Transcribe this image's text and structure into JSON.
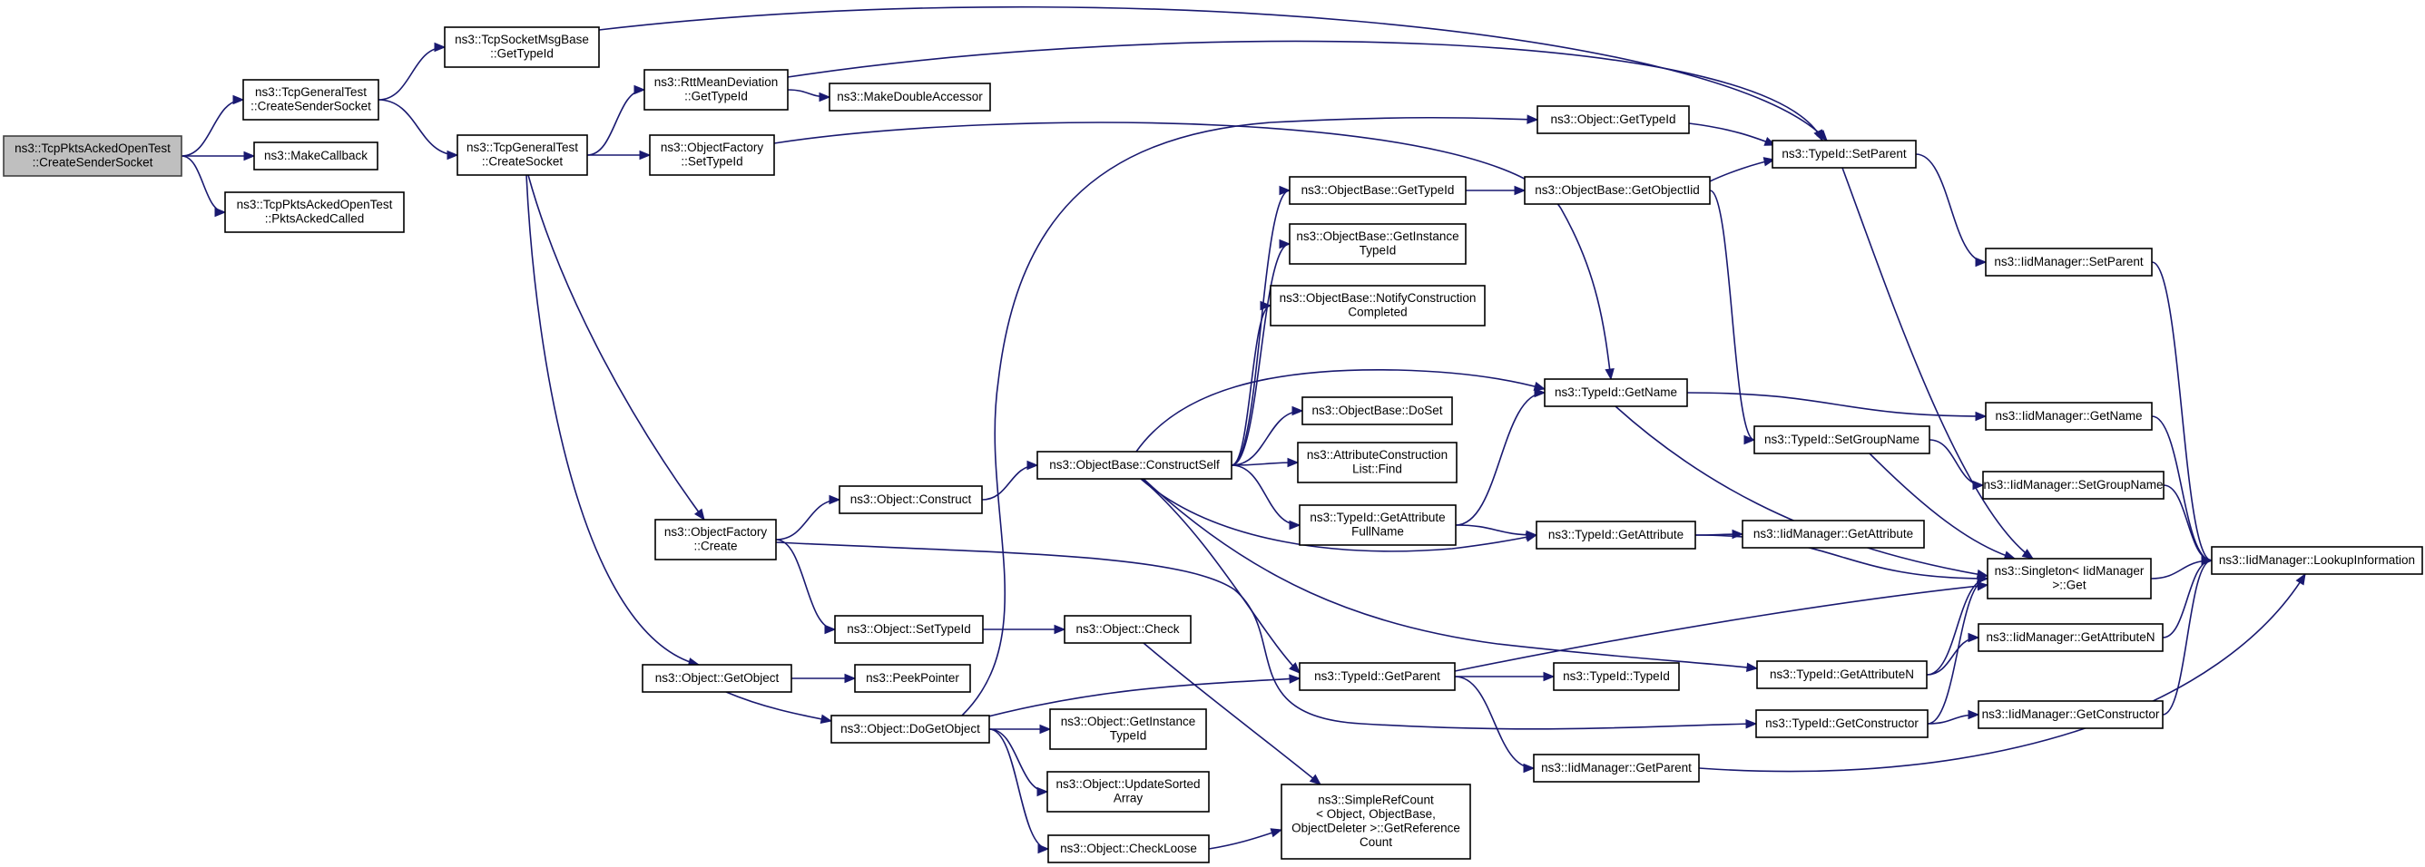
{
  "colors": {
    "edge": "#191970",
    "node_border": "#000000",
    "root_fill": "#bfbfbf",
    "node_fill": "#ffffff"
  },
  "nodes": [
    {
      "id": "root",
      "lines": [
        "ns3::TcpPktsAckedOpenTest",
        "::CreateSenderSocket"
      ]
    },
    {
      "id": "tgt_csender",
      "lines": [
        "ns3::TcpGeneralTest",
        "::CreateSenderSocket"
      ]
    },
    {
      "id": "makecallback",
      "lines": [
        "ns3::MakeCallback"
      ]
    },
    {
      "id": "pktsacked",
      "lines": [
        "ns3::TcpPktsAckedOpenTest",
        "::PktsAckedCalled"
      ]
    },
    {
      "id": "tcpsockmsg",
      "lines": [
        "ns3::TcpSocketMsgBase",
        "::GetTypeId"
      ]
    },
    {
      "id": "tgt_csocket",
      "lines": [
        "ns3::TcpGeneralTest",
        "::CreateSocket"
      ]
    },
    {
      "id": "rttmean",
      "lines": [
        "ns3::RttMeanDeviation",
        "::GetTypeId"
      ]
    },
    {
      "id": "makedouble",
      "lines": [
        "ns3::MakeDoubleAccessor"
      ]
    },
    {
      "id": "of_settypeid",
      "lines": [
        "ns3::ObjectFactory",
        "::SetTypeId"
      ]
    },
    {
      "id": "of_create",
      "lines": [
        "ns3::ObjectFactory",
        "::Create"
      ]
    },
    {
      "id": "obj_getobject",
      "lines": [
        "ns3::Object::GetObject"
      ]
    },
    {
      "id": "obj_construct",
      "lines": [
        "ns3::Object::Construct"
      ]
    },
    {
      "id": "obj_settypeid",
      "lines": [
        "ns3::Object::SetTypeId"
      ]
    },
    {
      "id": "peekpointer",
      "lines": [
        "ns3::PeekPointer"
      ]
    },
    {
      "id": "obj_dogetobject",
      "lines": [
        "ns3::Object::DoGetObject"
      ]
    },
    {
      "id": "obj_check",
      "lines": [
        "ns3::Object::Check"
      ]
    },
    {
      "id": "obj_getinstance",
      "lines": [
        "ns3::Object::GetInstance",
        "TypeId"
      ]
    },
    {
      "id": "obj_updatesorted",
      "lines": [
        "ns3::Object::UpdateSorted",
        "Array"
      ]
    },
    {
      "id": "obj_checkloose",
      "lines": [
        "ns3::Object::CheckLoose"
      ]
    },
    {
      "id": "ob_constructself",
      "lines": [
        "ns3::ObjectBase::ConstructSelf"
      ]
    },
    {
      "id": "ob_gettypeid",
      "lines": [
        "ns3::ObjectBase::GetTypeId"
      ]
    },
    {
      "id": "ob_getinstance",
      "lines": [
        "ns3::ObjectBase::GetInstance",
        "TypeId"
      ]
    },
    {
      "id": "ob_notify",
      "lines": [
        "ns3::ObjectBase::NotifyConstruction",
        "Completed"
      ]
    },
    {
      "id": "ob_doset",
      "lines": [
        "ns3::ObjectBase::DoSet"
      ]
    },
    {
      "id": "attrfind",
      "lines": [
        "ns3::AttributeConstruction",
        "List::Find"
      ]
    },
    {
      "id": "tid_getattrfull",
      "lines": [
        "ns3::TypeId::GetAttribute",
        "FullName"
      ]
    },
    {
      "id": "tid_getparent",
      "lines": [
        "ns3::TypeId::GetParent"
      ]
    },
    {
      "id": "simplerefcount",
      "lines": [
        "ns3::SimpleRefCount",
        "< Object, ObjectBase,",
        "ObjectDeleter >::GetReference",
        "Count"
      ]
    },
    {
      "id": "o_gettypeid",
      "lines": [
        "ns3::Object::GetTypeId"
      ]
    },
    {
      "id": "ob_getobjectiid",
      "lines": [
        "ns3::ObjectBase::GetObjectIid"
      ]
    },
    {
      "id": "tid_getname",
      "lines": [
        "ns3::TypeId::GetName"
      ]
    },
    {
      "id": "tid_getattribute",
      "lines": [
        "ns3::TypeId::GetAttribute"
      ]
    },
    {
      "id": "tid_typeid",
      "lines": [
        "ns3::TypeId::TypeId"
      ]
    },
    {
      "id": "iid_getparent",
      "lines": [
        "ns3::IidManager::GetParent"
      ]
    },
    {
      "id": "tid_setparent",
      "lines": [
        "ns3::TypeId::SetParent"
      ]
    },
    {
      "id": "tid_setgroupname",
      "lines": [
        "ns3::TypeId::SetGroupName"
      ]
    },
    {
      "id": "tid_getattributen",
      "lines": [
        "ns3::TypeId::GetAttributeN"
      ]
    },
    {
      "id": "tid_getconstructor",
      "lines": [
        "ns3::TypeId::GetConstructor"
      ]
    },
    {
      "id": "iid_setparent",
      "lines": [
        "ns3::IidManager::SetParent"
      ]
    },
    {
      "id": "iid_getname",
      "lines": [
        "ns3::IidManager::GetName"
      ]
    },
    {
      "id": "iid_setgroupname",
      "lines": [
        "ns3::IidManager::SetGroupName"
      ]
    },
    {
      "id": "iid_getattribute",
      "lines": [
        "ns3::IidManager::GetAttribute"
      ]
    },
    {
      "id": "singleton_get",
      "lines": [
        "ns3::Singleton< IidManager",
        ">::Get"
      ]
    },
    {
      "id": "iid_getattributen",
      "lines": [
        "ns3::IidManager::GetAttributeN"
      ]
    },
    {
      "id": "iid_getconstructor",
      "lines": [
        "ns3::IidManager::GetConstructor"
      ]
    },
    {
      "id": "iid_lookup",
      "lines": [
        "ns3::IidManager::LookupInformation"
      ]
    }
  ],
  "edges": [
    [
      "root",
      "tgt_csender"
    ],
    [
      "root",
      "makecallback"
    ],
    [
      "root",
      "pktsacked"
    ],
    [
      "tgt_csender",
      "tcpsockmsg"
    ],
    [
      "tgt_csender",
      "tgt_csocket"
    ],
    [
      "tcpsockmsg",
      "tid_setparent"
    ],
    [
      "tgt_csocket",
      "rttmean"
    ],
    [
      "tgt_csocket",
      "of_settypeid"
    ],
    [
      "tgt_csocket",
      "of_create"
    ],
    [
      "tgt_csocket",
      "obj_getobject"
    ],
    [
      "rttmean",
      "makedouble"
    ],
    [
      "rttmean",
      "tid_setparent"
    ],
    [
      "of_settypeid",
      "tid_getname"
    ],
    [
      "of_create",
      "obj_construct"
    ],
    [
      "of_create",
      "obj_settypeid"
    ],
    [
      "of_create",
      "tid_getconstructor"
    ],
    [
      "obj_construct",
      "ob_constructself"
    ],
    [
      "obj_settypeid",
      "obj_check"
    ],
    [
      "obj_check",
      "simplerefcount"
    ],
    [
      "obj_getobject",
      "peekpointer"
    ],
    [
      "obj_getobject",
      "obj_dogetobject"
    ],
    [
      "obj_dogetobject",
      "o_gettypeid"
    ],
    [
      "obj_dogetobject",
      "tid_getparent"
    ],
    [
      "obj_dogetobject",
      "obj_getinstance"
    ],
    [
      "obj_dogetobject",
      "obj_updatesorted"
    ],
    [
      "obj_dogetobject",
      "obj_checkloose"
    ],
    [
      "obj_checkloose",
      "simplerefcount"
    ],
    [
      "ob_constructself",
      "ob_gettypeid"
    ],
    [
      "ob_constructself",
      "ob_getinstance"
    ],
    [
      "ob_constructself",
      "ob_notify"
    ],
    [
      "ob_constructself",
      "tid_getname"
    ],
    [
      "ob_constructself",
      "ob_doset"
    ],
    [
      "ob_constructself",
      "attrfind"
    ],
    [
      "ob_constructself",
      "tid_getattrfull"
    ],
    [
      "ob_constructself",
      "tid_getattribute"
    ],
    [
      "ob_constructself",
      "tid_getparent"
    ],
    [
      "ob_constructself",
      "tid_getattributen"
    ],
    [
      "ob_gettypeid",
      "ob_getobjectiid"
    ],
    [
      "ob_getobjectiid",
      "tid_setparent"
    ],
    [
      "ob_getobjectiid",
      "tid_setgroupname"
    ],
    [
      "o_gettypeid",
      "tid_setparent"
    ],
    [
      "tid_getattrfull",
      "tid_getname"
    ],
    [
      "tid_getattrfull",
      "tid_getattribute"
    ],
    [
      "tid_getname",
      "iid_getname"
    ],
    [
      "tid_getname",
      "singleton_get"
    ],
    [
      "tid_getattribute",
      "iid_getattribute"
    ],
    [
      "tid_getattribute",
      "singleton_get"
    ],
    [
      "tid_getparent",
      "tid_typeid"
    ],
    [
      "tid_getparent",
      "iid_getparent"
    ],
    [
      "tid_getparent",
      "singleton_get"
    ],
    [
      "iid_getparent",
      "iid_lookup"
    ],
    [
      "tid_setparent",
      "iid_setparent"
    ],
    [
      "tid_setparent",
      "singleton_get"
    ],
    [
      "tid_setgroupname",
      "iid_setgroupname"
    ],
    [
      "tid_setgroupname",
      "singleton_get"
    ],
    [
      "tid_getattributen",
      "iid_getattributen"
    ],
    [
      "tid_getattributen",
      "singleton_get"
    ],
    [
      "tid_getconstructor",
      "iid_getconstructor"
    ],
    [
      "tid_getconstructor",
      "singleton_get"
    ],
    [
      "iid_setparent",
      "iid_lookup"
    ],
    [
      "iid_getname",
      "iid_lookup"
    ],
    [
      "iid_setgroupname",
      "iid_lookup"
    ],
    [
      "iid_getattributen",
      "iid_lookup"
    ],
    [
      "iid_getconstructor",
      "iid_lookup"
    ],
    [
      "singleton_get",
      "iid_lookup"
    ]
  ]
}
